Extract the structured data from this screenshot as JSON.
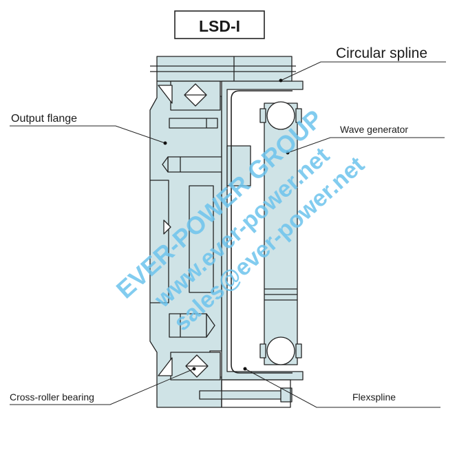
{
  "title": "LSD-I",
  "labels": {
    "circular_spline": "Circular spline",
    "output_flange": "Output flange",
    "wave_generator": "Wave generator",
    "cross_roller_bearing": "Cross-roller bearing",
    "flexspline": "Flexspline"
  },
  "watermark": {
    "company": "EVER-POWER GROUP",
    "website": "www.ever-power.net",
    "email": "sales@ever-power.net"
  },
  "colors": {
    "part_fill": "#cfe3e6",
    "line": "#222222",
    "watermark": "#6cc3ec"
  }
}
